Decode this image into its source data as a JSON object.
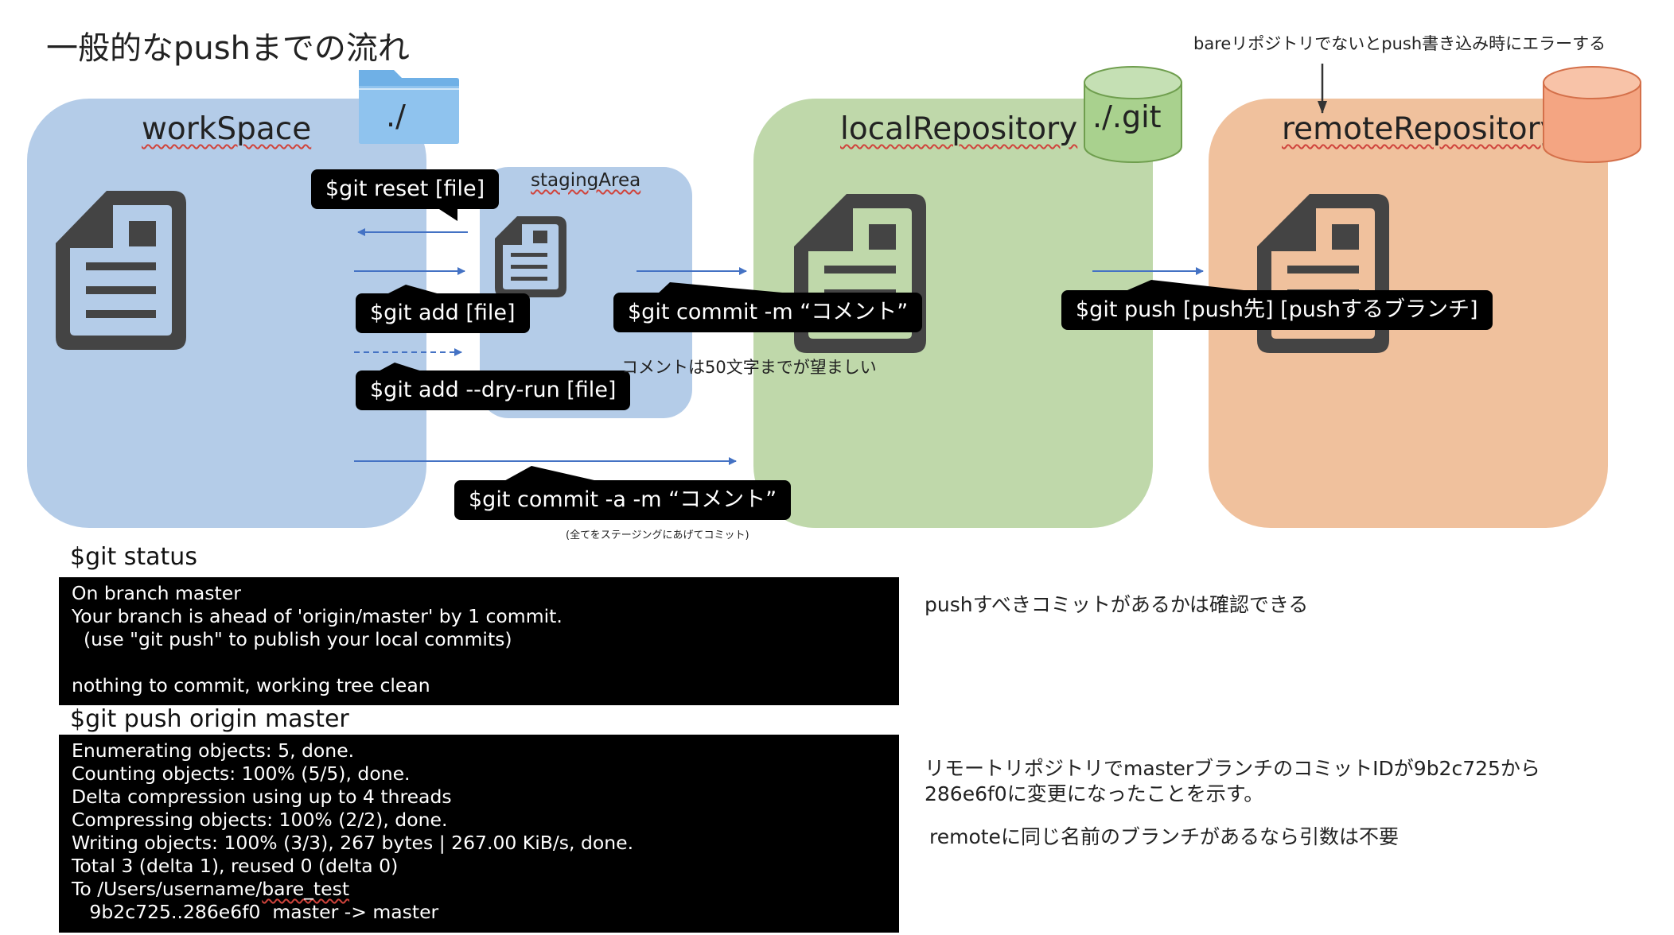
{
  "title": "一般的なpushまでの流れ",
  "zones": {
    "workspace": "workSpace",
    "staging": "stagingArea",
    "local": "localRepository",
    "remote": "remoteRepository"
  },
  "icons": {
    "folder_label": "./",
    "git_db_label": "./.git"
  },
  "callouts": {
    "reset": "$git reset [file]",
    "add": "$git add [file]",
    "dry_run": "$git add --dry-run [file]",
    "commit": "$git commit -m “コメント”",
    "commit_all": "$git commit -a -m “コメント”",
    "push": "$git push [push先] [pushするブランチ]"
  },
  "notes": {
    "bare": "bareリポジトリでないとpush書き込み時にエラーする",
    "comment_length": "コメントは50文字までが望ましい",
    "commit_all": "(全てをステージングにあげてコミット)"
  },
  "status": {
    "label": "$git status",
    "lines": [
      "On branch master",
      "Your branch is ahead of 'origin/master' by 1 commit.",
      "  (use \"git push\" to publish your local commits)",
      "",
      "nothing to commit, working tree clean"
    ],
    "desc": "pushすべきコミットがあるかは確認できる"
  },
  "push": {
    "label": "$git push origin master",
    "lines": [
      "Enumerating objects: 5, done.",
      "Counting objects: 100% (5/5), done.",
      "Delta compression using up to 4 threads",
      "Compressing objects: 100% (2/2), done.",
      "Writing objects: 100% (3/3), 267 bytes | 267.00 KiB/s, done.",
      "Total 3 (delta 1), reused 0 (delta 0)"
    ],
    "to_prefix": "To /Users/username/",
    "to_path": "bare_test",
    "last_line": "   9b2c725..286e6f0  master -> master",
    "desc_line1": "リモートリポジトリでmasterブランチのコミットIDが9b2c725から",
    "desc_line2": "286e6f0に変更になったことを示す。",
    "desc_line3": "remoteに同じ名前のブランチがあるなら引数は不要"
  },
  "colors": {
    "workspace": "#b4cce8",
    "local": "#bfd8aa",
    "remote": "#f0c19d",
    "folder": "#8fc3ee",
    "git_db": "#a9d18e",
    "remote_db": "#f4a582",
    "arrow": "#4472c4",
    "doc_icon": "#444444"
  }
}
